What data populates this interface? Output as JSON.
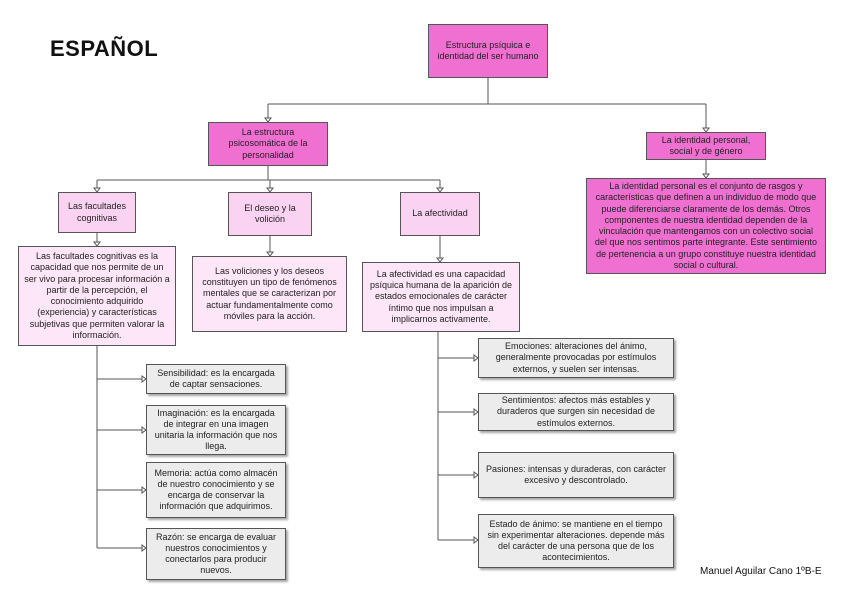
{
  "title": "ESPAÑOL",
  "author": "Manuel Aguilar Cano 1ºB-E",
  "colors": {
    "root": "#f070d2",
    "level1": "#f070d2",
    "level2": "#fbd3f2",
    "detail": "#fde6f7",
    "leaf": "#ececec"
  },
  "root": "Estructura psíquica e identidad del ser humano",
  "estructura": {
    "label": "La estructura psicosomática de la personalidad",
    "facultades": {
      "label": "Las facultades cognitivas",
      "description": "Las facultades cognitivas es la capacidad que nos permite de un ser vivo para procesar información a partir de la percepción, el conocimiento adquirido (experiencia) y características subjetivas que permiten valorar la información.",
      "items": [
        "Sensibilidad: es la encargada de captar sensaciones.",
        "Imaginación: es la encargada de integrar en una imagen unitaria la información que nos llega.",
        "Memoria: actúa como almacén de nuestro conocimiento y se encarga de conservar la información que adquirimos.",
        "Razón: se encarga de evaluar nuestros conocimientos y conectarlos para producir nuevos."
      ]
    },
    "deseo": {
      "label": "El deseo y la volición",
      "description": "Las voliciones y los deseos constituyen un tipo de fenómenos mentales que se caracterizan por actuar fundamentalmente como móviles para la acción."
    },
    "afectividad": {
      "label": "La afectividad",
      "description": "La afectividad es una capacidad psíquica humana de la aparición de estados emocionales de carácter íntimo que nos impulsan a implicarnos activamente.",
      "items": [
        "Emociones: alteraciones del ánimo, generalmente provocadas por estímulos externos, y suelen ser intensas.",
        "Sentimientos: afectos más estables y duraderos que surgen sin necesidad de estímulos externos.",
        "Pasiones: intensas y duraderas, con carácter excesivo y descontrolado.",
        "Estado de ánimo: se mantiene en el tiempo sin experimentar alteraciones. depende más del carácter de una persona que de los acontecimientos."
      ]
    }
  },
  "identidad": {
    "label": "La identidad personal, social y de género",
    "description": "La identidad personal es el conjunto de rasgos y características que definen a un individuo de modo que puede diferenciarse claramente de los demás. Otros componentes de nuestra identidad dependen de la vinculación que mantengamos con un colectivo social del que nos sentimos parte integrante. Este sentimiento de pertenencia a un grupo constituye nuestra identidad social o cultural."
  }
}
